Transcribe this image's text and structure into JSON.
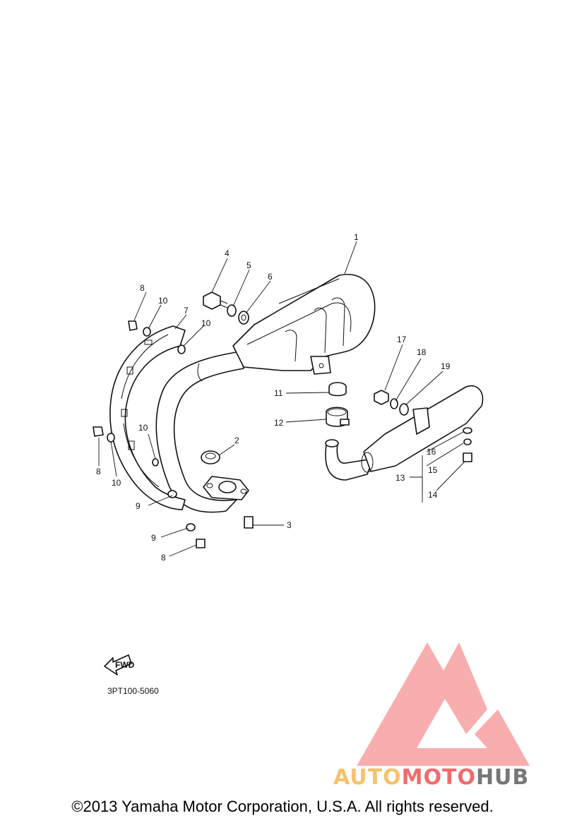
{
  "diagram": {
    "part_code": "3PT100-5060",
    "fwd_label": "FWD",
    "copyright": "©2013 Yamaha Motor Corporation, U.S.A. All rights reserved.",
    "watermark": {
      "auto": "AUTO",
      "moto": "MOTO",
      "hub": "HUB"
    },
    "callouts": {
      "c1": "1",
      "c2": "2",
      "c3": "3",
      "c4": "4",
      "c5": "5",
      "c6": "6",
      "c7": "7",
      "c8a": "8",
      "c8b": "8",
      "c8c": "8",
      "c9a": "9",
      "c9b": "9",
      "c10a": "10",
      "c10b": "10",
      "c10c": "10",
      "c10d": "10",
      "c11": "11",
      "c12": "12",
      "c13": "13",
      "c14": "14",
      "c15": "15",
      "c16": "16",
      "c17": "17",
      "c18": "18",
      "c19": "19"
    },
    "colors": {
      "line": "#111111",
      "watermark_red": "#f26b6b",
      "watermark_orange": "#f6c26b",
      "watermark_gray": "#777777"
    }
  }
}
